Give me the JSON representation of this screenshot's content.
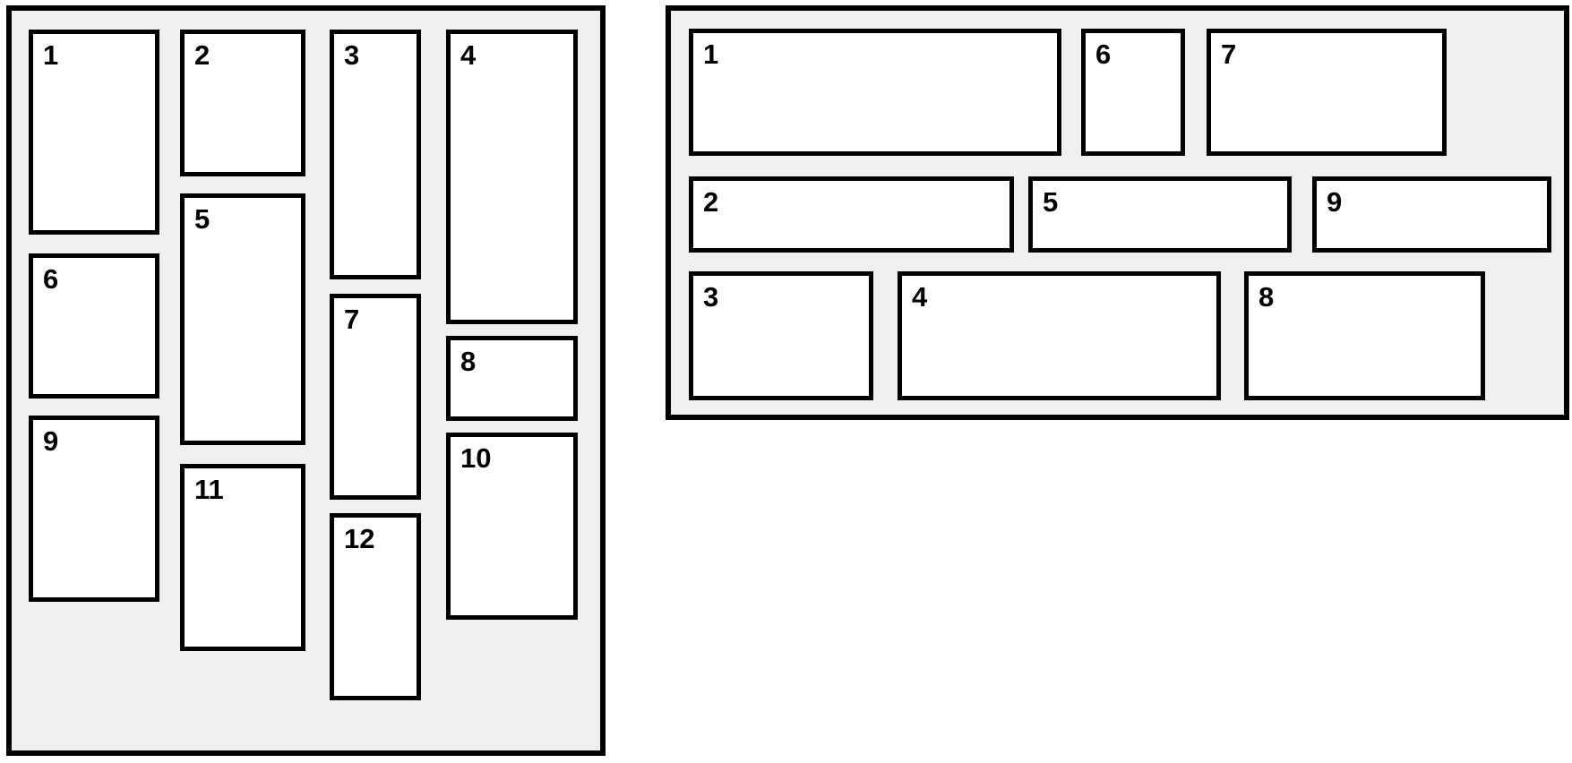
{
  "figure": {
    "left_panel": {
      "items": [
        "1",
        "2",
        "3",
        "4",
        "5",
        "6",
        "7",
        "8",
        "9",
        "10",
        "11",
        "12"
      ]
    },
    "right_panel": {
      "items": [
        "1",
        "2",
        "3",
        "4",
        "5",
        "6",
        "7",
        "8",
        "9"
      ]
    }
  },
  "colors": {
    "page_background": "#ffffff",
    "panel_background": "#f0f0f0",
    "box_fill": "#ffffff",
    "border": "#000000",
    "label_text": "#000000"
  }
}
